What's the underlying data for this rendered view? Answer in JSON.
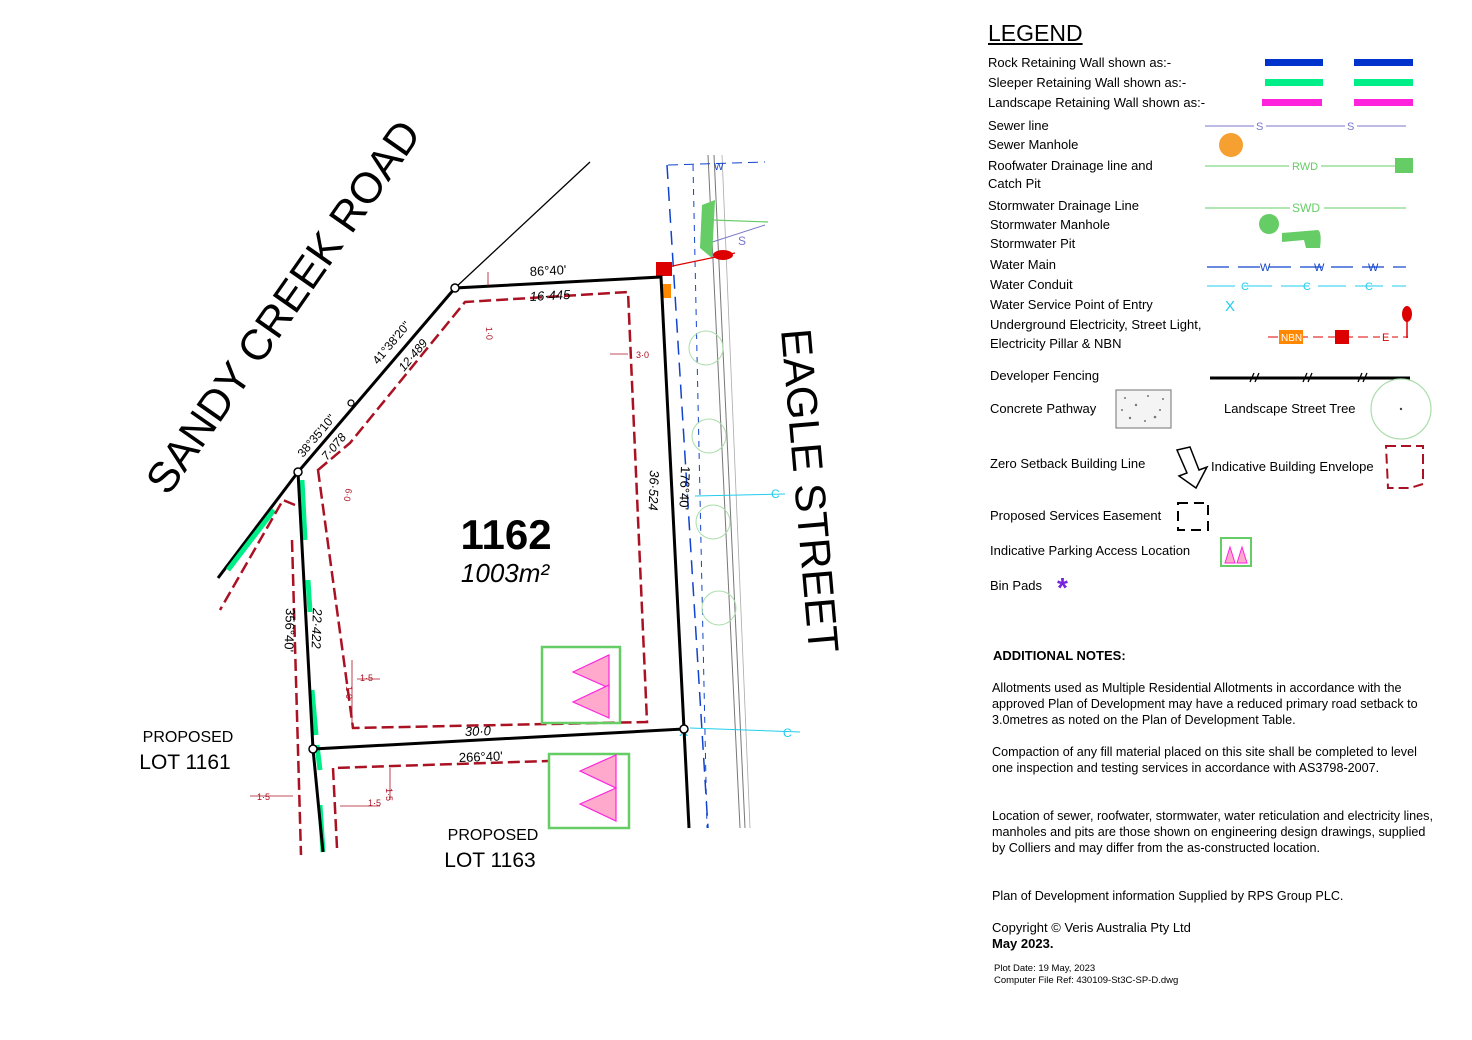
{
  "plan": {
    "lot_number": "1162",
    "lot_area": "1003m²",
    "roads": {
      "sandy_creek": "SANDY CREEK ROAD",
      "eagle": "EAGLE STREET"
    },
    "neighbours": {
      "lot_1161": {
        "line1": "PROPOSED",
        "line2": "LOT 1161"
      },
      "lot_1163": {
        "line1": "PROPOSED",
        "line2": "LOT 1163"
      }
    },
    "boundaries": [
      {
        "bearing": "86°40'",
        "distance": "16·445"
      },
      {
        "bearing": "41°38'20\"",
        "distance": "12·489"
      },
      {
        "bearing": "38°35'10\"",
        "distance": "7·078"
      },
      {
        "bearing": "176°40'",
        "distance": "36·524"
      },
      {
        "bearing": "266°40'",
        "distance": "30·0"
      },
      {
        "bearing": "356°40'",
        "distance": "22·422"
      }
    ],
    "setbacks": [
      "1·0",
      "3·0",
      "6·0",
      "1·5",
      "1·0",
      "1·5",
      "1·5",
      "1·5"
    ],
    "service_letters": {
      "water": "W",
      "conduit": "C",
      "sewer": "S"
    }
  },
  "legend": {
    "title": "LEGEND",
    "rows": {
      "rock_wall": "Rock Retaining Wall shown as:-",
      "sleeper_wall": "Sleeper Retaining Wall shown as:-",
      "landscape_wall": "Landscape Retaining Wall shown as:-",
      "sewer_line": "Sewer line",
      "sewer_manhole": "Sewer Manhole",
      "roofwater_1": "Roofwater Drainage line and",
      "roofwater_2": "Catch Pit",
      "stormwater_line": "Stormwater Drainage Line",
      "stormwater_manhole": "Stormwater Manhole",
      "stormwater_pit": "Stormwater Pit",
      "water_main": "Water Main",
      "water_conduit": "Water Conduit",
      "water_service": "Water Service Point of Entry",
      "electricity_1": "Underground Electricity, Street Light,",
      "electricity_2": "Electricity Pillar & NBN",
      "developer_fencing": "Developer Fencing",
      "concrete_pathway": "Concrete Pathway",
      "street_tree": "Landscape Street Tree",
      "zero_setback": "Zero Setback Building Line",
      "building_envelope": "Indicative Building Envelope",
      "services_easement": "Proposed Services Easement",
      "parking_access": "Indicative Parking Access Location",
      "bin_pads": "Bin Pads"
    },
    "symbol_text": {
      "sewer": "S",
      "rwd": "RWD",
      "swd": "SWD",
      "water": "W",
      "conduit": "C",
      "service": "X",
      "nbn": "NBN",
      "electric": "E",
      "bin": "*"
    },
    "colors": {
      "rock": "#0033cc",
      "sleeper": "#00ee88",
      "landscape": "#ff22dd",
      "sewer": "#7777cc",
      "manhole": "#f5a030",
      "roofwater": "#66cc66",
      "water_main": "#1144cc",
      "conduit": "#22ccee",
      "nbn": "#ff8800",
      "electric": "#dd0000",
      "envelope": "#aa1122",
      "bin": "#7722dd"
    }
  },
  "notes": {
    "heading": "ADDITIONAL NOTES:",
    "paragraphs": [
      "Allotments used as Multiple Residential Allotments in accordance with the approved Plan of Development may have a reduced primary road setback to 3.0metres as noted on the Plan of Development Table.",
      "Compaction of any fill material placed on this site shall be completed to level one inspection and testing services in accordance with AS3798-2007.",
      "Location of sewer, roofwater, stormwater, water reticulation and electricity lines, manholes and pits are those shown on engineering design drawings, supplied by Colliers and may differ from the as-constructed location.",
      "Plan of Development information Supplied by RPS Group PLC."
    ],
    "copyright": "Copyright © Veris Australia Pty Ltd",
    "date": "May 2023.",
    "plot_date": "Plot Date: 19 May,  2023",
    "file_ref": "Computer File Ref: 430109-St3C-SP-D.dwg"
  }
}
